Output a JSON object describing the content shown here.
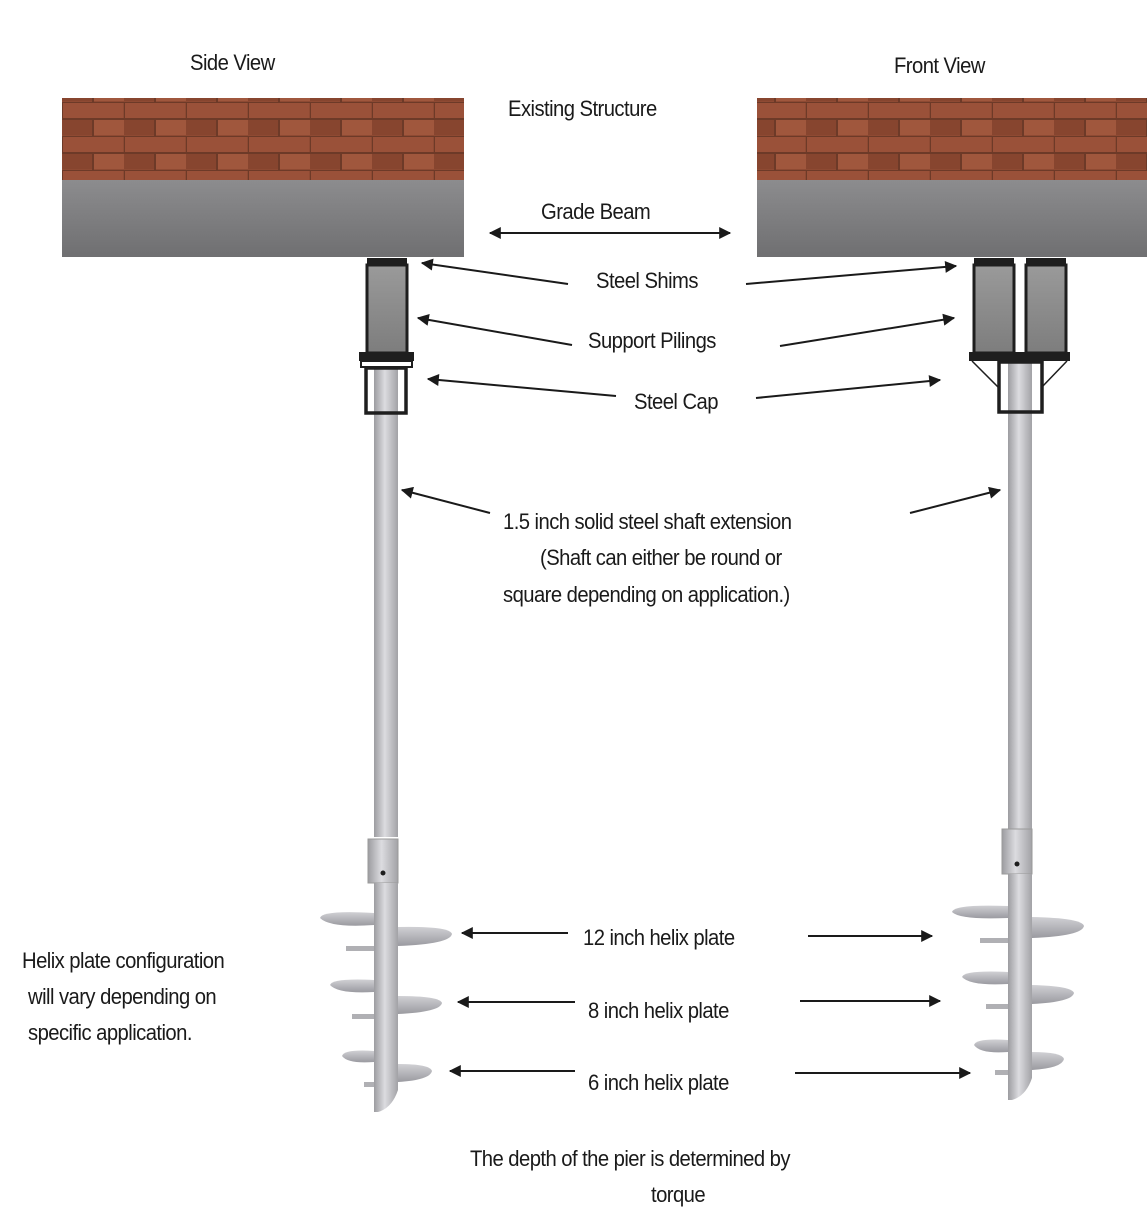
{
  "title_views": {
    "side": "Side View",
    "front": "Front View"
  },
  "labels": {
    "existing_structure": "Existing Structure",
    "grade_beam": "Grade Beam",
    "steel_shims": "Steel Shims",
    "support_pilings": "Support Pilings",
    "steel_cap": "Steel Cap",
    "shaft_line1": "1.5 inch solid steel shaft extension",
    "shaft_line2": "(Shaft can either be round or",
    "shaft_line3": "square depending on application.)",
    "helix_12": "12 inch helix plate",
    "helix_8": "8 inch helix plate",
    "helix_6": "6 inch helix plate",
    "helix_note_line1": "Helix plate configuration",
    "helix_note_line2": "will vary depending on",
    "helix_note_line3": "specific application.",
    "depth_line1": "The depth of the pier is determined by",
    "depth_line2": "torque"
  },
  "colors": {
    "brick": "#8e4a33",
    "brick_mortar": "#6d3a28",
    "concrete_top": "#8a8a8c",
    "concrete_bottom": "#6e6e70",
    "piling_fill": "#8d8d8d",
    "steel": "#b8b8bc",
    "outline": "#1e1e1e",
    "arrow": "#1a1a1a"
  }
}
